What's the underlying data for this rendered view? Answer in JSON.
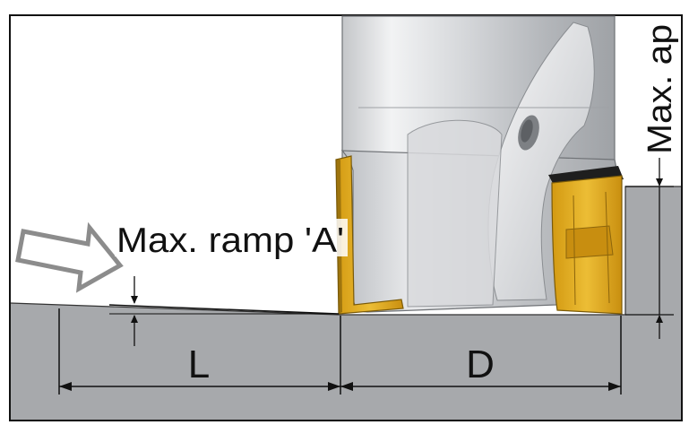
{
  "labels": {
    "ramp": "Max. ramp 'A'",
    "ap": "Max. ap",
    "L": "L",
    "D": "D"
  },
  "colors": {
    "workpiece": "#a7a9ac",
    "outline": "#111111",
    "insert": "#e3ae20",
    "insert_dark": "#9c7410",
    "body_light": "#e9eaec",
    "body_mid": "#b9bcc0",
    "arrow_outline": "#8c8c8c"
  }
}
